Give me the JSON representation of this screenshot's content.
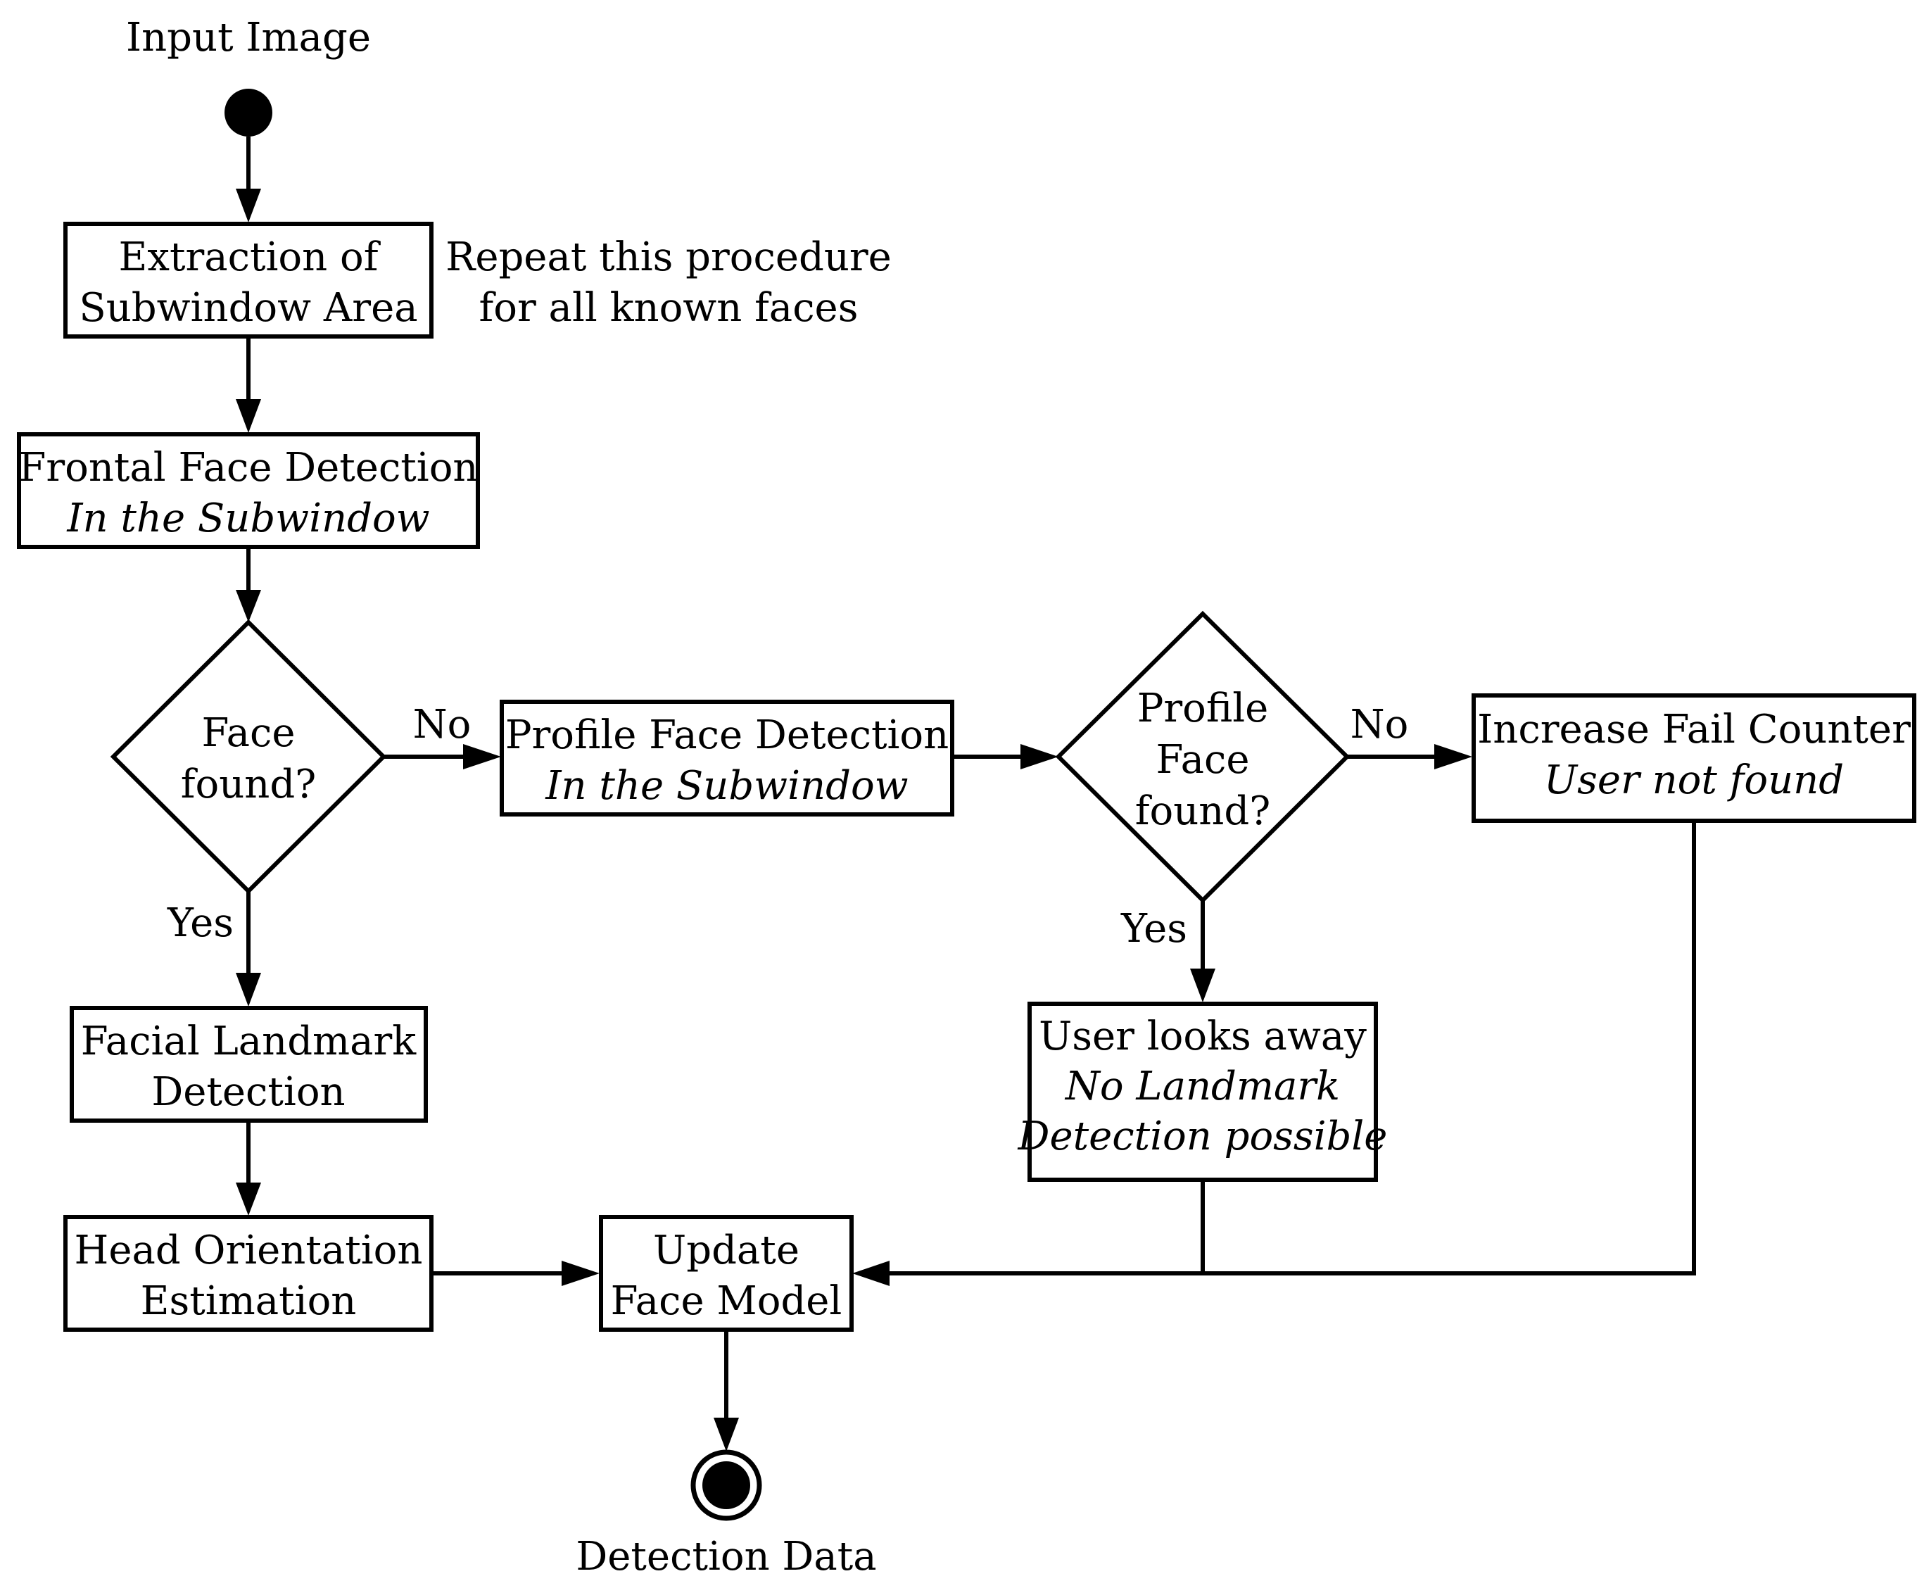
{
  "labels": {
    "start": "Input Image",
    "end": "Detection Data",
    "repeat_note": [
      "Repeat this procedure",
      "for all known faces"
    ]
  },
  "nodes": {
    "extraction": {
      "lines": [
        "Extraction of",
        "Subwindow Area"
      ]
    },
    "frontal": {
      "title": "Frontal Face Detection",
      "subtitle": "In the Subwindow"
    },
    "face_found": {
      "lines": [
        "Face",
        "found?"
      ]
    },
    "profile": {
      "title": "Profile Face Detection",
      "subtitle": "In the Subwindow"
    },
    "profile_found": {
      "lines": [
        "Profile",
        "Face",
        "found?"
      ]
    },
    "fail": {
      "title": "Increase Fail Counter",
      "subtitle": "User not found"
    },
    "landmark": {
      "lines": [
        "Facial Landmark",
        "Detection"
      ]
    },
    "looks_away": {
      "title": "User looks away",
      "subtitle": [
        "No Landmark",
        "Detection possible"
      ]
    },
    "head": {
      "lines": [
        "Head Orientation",
        "Estimation"
      ]
    },
    "update": {
      "lines": [
        "Update",
        "Face Model"
      ]
    }
  },
  "edges": {
    "face_no": "No",
    "face_yes": "Yes",
    "profile_no": "No",
    "profile_yes": "Yes"
  }
}
